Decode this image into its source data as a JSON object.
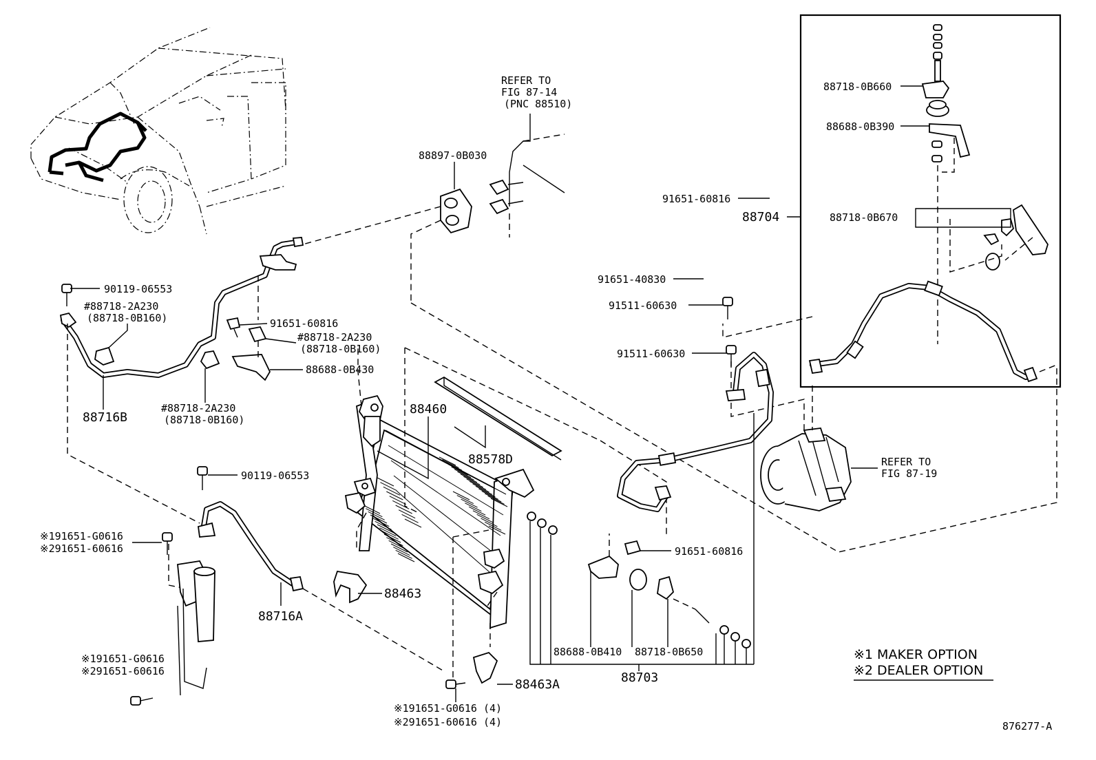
{
  "labels": {
    "refer_fig_87_14": [
      "REFER TO",
      "FIG 87-14",
      "(PNC 88510)"
    ],
    "refer_fig_87_19": [
      "REFER TO",
      "FIG 87-19"
    ],
    "p88897_0B030": "88897-0B030",
    "p88718_0B660": "88718-0B660",
    "p88688_0B390": "88688-0B390",
    "p91651_60816_top": "91651-60816",
    "p88704": "88704",
    "p88718_0B670": "88718-0B670",
    "p91651_40830": "91651-40830",
    "p91511_60630_a": "91511-60630",
    "p91511_60630_b": "91511-60630",
    "p90119_06553_top": "90119-06553",
    "p88718_2A230_a": [
      "#88718-2A230",
      "(88718-0B160)"
    ],
    "p91651_60816_mid": "91651-60816",
    "p88718_2A230_b": [
      "#88718-2A230",
      "(88718-0B160)"
    ],
    "p88688_0B430": "88688-0B430",
    "p88718_2A230_c": [
      "#88718-2A230",
      "(88718-0B160)"
    ],
    "p88716B": "88716B",
    "p88460": "88460",
    "p88578D": "88578D",
    "p90119_06553_bot": "90119-06553",
    "p91651_G0616_a": [
      "※191651-G0616",
      "※291651-60616"
    ],
    "p88716A": "88716A",
    "p88463": "88463",
    "p91651_60816_right": "91651-60816",
    "p88688_0B410": "88688-0B410",
    "p88718_0B650": "88718-0B650",
    "p88703": "88703",
    "p91651_G0616_b": [
      "※191651-G0616",
      "※291651-60616"
    ],
    "p88463A": "88463A",
    "p91651_G0616_c": [
      "※191651-G0616 (4)",
      "※291651-60616 (4)"
    ],
    "figure_id": "876277-A"
  },
  "legend": [
    "※1 MAKER OPTION",
    "※2 DEALER OPTION"
  ]
}
